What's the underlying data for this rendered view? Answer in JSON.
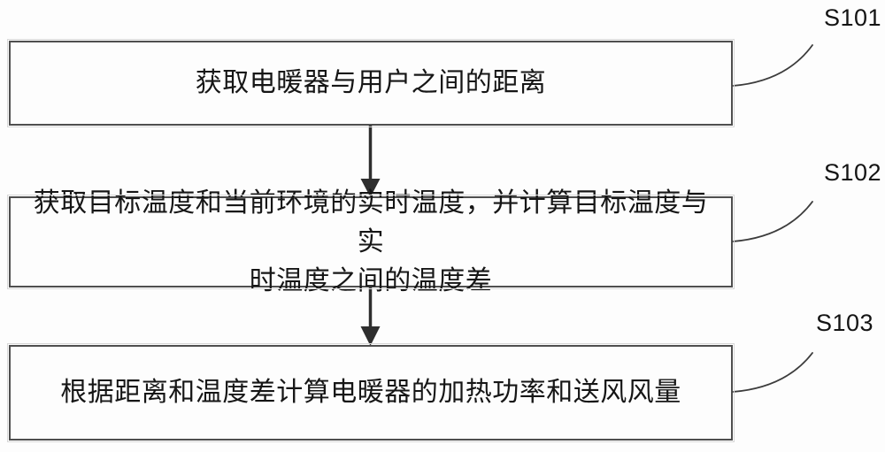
{
  "figure": {
    "type": "flowchart",
    "steps": [
      {
        "label": "S101",
        "text": "获取电暖器与用户之间的距离"
      },
      {
        "label": "S102",
        "text": "获取目标温度和当前环境的实时温度，并计算目标温度与实\n时温度之间的温度差"
      },
      {
        "label": "S103",
        "text": "根据距离和温度差计算电暖器的加热功率和送风风量"
      }
    ],
    "colors": {
      "background": "#fdfdfd",
      "box_border": "#4f4f4f",
      "box_halo": "#d8d8d8",
      "text": "#161616",
      "arrow": "#2e2e2e",
      "leader_line": "#3c3c3c"
    }
  }
}
